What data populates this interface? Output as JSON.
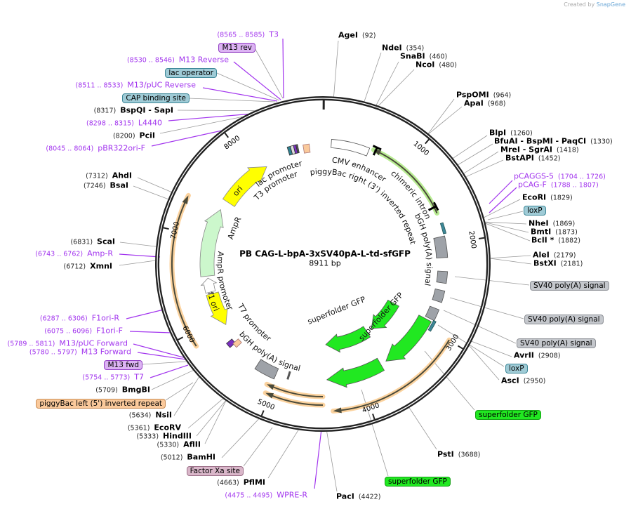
{
  "header": {
    "created_by": "Created by",
    "brand": "SnapGene"
  },
  "map": {
    "name": "PB CAG-L-bpA-3xSV40pA-L-td-sfGFP",
    "length_label": "8911 bp",
    "length_bp": 8911,
    "ticks": [
      1000,
      2000,
      3000,
      4000,
      5000,
      6000,
      7000,
      8000
    ]
  },
  "sites": [
    {
      "name": "AgeI",
      "pos": 92
    },
    {
      "name": "NdeI",
      "pos": 354
    },
    {
      "name": "SnaBI",
      "pos": 460
    },
    {
      "name": "NcoI",
      "pos": 480
    },
    {
      "name": "PspOMI",
      "pos": 964
    },
    {
      "name": "ApaI",
      "pos": 968
    },
    {
      "name": "BlpI",
      "pos": 1260
    },
    {
      "name": "BfuAI   - BspMI   - PaqCI",
      "pos": 1330
    },
    {
      "name": "MreI   - SgrAI",
      "pos": 1418
    },
    {
      "name": "BstAPI",
      "pos": 1452
    },
    {
      "name": "EcoRI",
      "pos": 1829
    },
    {
      "name": "NheI",
      "pos": 1869
    },
    {
      "name": "BmtI",
      "pos": 1873
    },
    {
      "name": "BclI *",
      "pos": 1882
    },
    {
      "name": "AleI",
      "pos": 2179
    },
    {
      "name": "BstXI",
      "pos": 2181
    },
    {
      "name": "AvrII",
      "pos": 2908
    },
    {
      "name": "AscI",
      "pos": 2950
    },
    {
      "name": "PstI",
      "pos": 3688
    },
    {
      "name": "PacI",
      "pos": 4422
    },
    {
      "name": "PflMI",
      "pos": 4663
    },
    {
      "name": "BamHI",
      "pos": 5012
    },
    {
      "name": "AflII",
      "pos": 5330
    },
    {
      "name": "HindIII",
      "pos": 5333
    },
    {
      "name": "EcoRV",
      "pos": 5361
    },
    {
      "name": "NsiI",
      "pos": 5634
    },
    {
      "name": "BmgBI",
      "pos": 5709
    },
    {
      "name": "XmnI",
      "pos": 6712
    },
    {
      "name": "ScaI",
      "pos": 6831
    },
    {
      "name": "BsaI",
      "pos": 7246
    },
    {
      "name": "AhdI",
      "pos": 7312
    },
    {
      "name": "PciI",
      "pos": 8200
    },
    {
      "name": "BspQI   - SapI",
      "pos": 8317
    }
  ],
  "primers": [
    {
      "name": "pCAGGS-5",
      "range": "(1704 .. 1726)"
    },
    {
      "name": "pCAG-F",
      "range": "(1788 .. 1807)"
    },
    {
      "name": "WPRE-R",
      "range": "(4475 .. 4495)"
    },
    {
      "name": "T7",
      "range": "(5754 .. 5773)"
    },
    {
      "name": "M13 Forward",
      "range": "(5780 .. 5797)"
    },
    {
      "name": "M13/pUC Forward",
      "range": "(5789 .. 5811)"
    },
    {
      "name": "F1ori-F",
      "range": "(6075 .. 6096)"
    },
    {
      "name": "F1ori-R",
      "range": "(6287 .. 6306)"
    },
    {
      "name": "Amp-R",
      "range": "(6743 .. 6762)"
    },
    {
      "name": "pBR322ori-F",
      "range": "(8045 .. 8064)"
    },
    {
      "name": "L4440",
      "range": "(8298 .. 8315)"
    },
    {
      "name": "M13/pUC Reverse",
      "range": "(8511 .. 8533)"
    },
    {
      "name": "M13 Reverse",
      "range": "(8530 .. 8546)"
    },
    {
      "name": "T3",
      "range": "(8565 .. 8585)"
    }
  ],
  "callouts": [
    {
      "label": "loxP",
      "color": "teal"
    },
    {
      "label": "SV40 poly(A) signal",
      "color": "gray"
    },
    {
      "label": "SV40 poly(A) signal",
      "color": "gray"
    },
    {
      "label": "SV40 poly(A) signal",
      "color": "gray"
    },
    {
      "label": "loxP",
      "color": "teal"
    },
    {
      "label": "superfolder GFP",
      "color": "green"
    },
    {
      "label": "superfolder GFP",
      "color": "green"
    },
    {
      "label": "Factor Xa site",
      "color": "pink"
    },
    {
      "label": "piggyBac left (5') inverted repeat",
      "color": "orange"
    },
    {
      "label": "M13 fwd",
      "color": "purple"
    },
    {
      "label": "CAP binding site",
      "color": "teal"
    },
    {
      "label": "lac operator",
      "color": "teal"
    },
    {
      "label": "M13 rev",
      "color": "purple"
    }
  ],
  "inner_labels": {
    "cmv_enhancer": "CMV enhancer",
    "piggybac_right": "piggyBac right (3') inverted repeat",
    "chimeric_intron": "chimeric intron",
    "bgh_right": "bGH poly(A) signal",
    "sfgfp_1": "superfolder GFP",
    "sfgfp_2": "superfolder GFP",
    "t7_promoter": "T7 promoter",
    "bgh_bottom": "bGH poly(A) signal",
    "ampr_promoter": "AmpR promoter",
    "ampr": "AmpR",
    "ori": "ori",
    "f1_ori": "f1 ori",
    "lac_promoter": "lac promoter",
    "t3_promoter": "T3 promoter"
  },
  "colors": {
    "primer": "#a235ee",
    "gfp": "#21e821",
    "ori": "#ffff00",
    "ampr": "#ccf7cc",
    "piggybac": "#fac99b",
    "polyA": "#9ea2a8",
    "loxp": "#3d8798"
  }
}
